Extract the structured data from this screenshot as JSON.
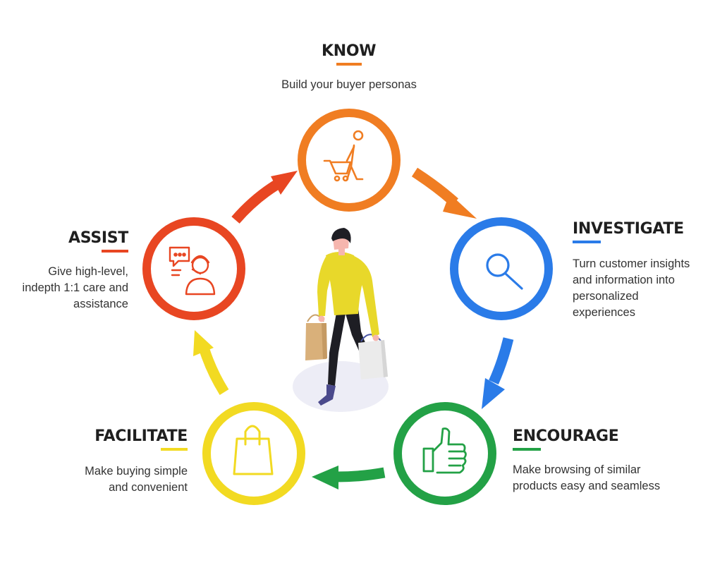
{
  "stages": {
    "know": {
      "title": "KNOW",
      "description": "Build your buyer personas",
      "color": "#F07D22",
      "icon": "shopping-cart-person-icon"
    },
    "investigate": {
      "title": "INVESTIGATE",
      "description_lines": [
        "Turn customer insights",
        "and information into",
        "personalized",
        "experiences"
      ],
      "color": "#2A7BE8",
      "icon": "magnifier-icon"
    },
    "encourage": {
      "title": "ENCOURAGE",
      "description_lines": [
        "Make browsing of similar",
        "products easy and seamless"
      ],
      "color": "#23A146",
      "icon": "thumbs-up-icon"
    },
    "facilitate": {
      "title": "FACILITATE",
      "description_lines": [
        "Make buying simple",
        "and convenient"
      ],
      "color": "#F2DA22",
      "icon": "shopping-bag-icon"
    },
    "assist": {
      "title": "ASSIST",
      "description_lines": [
        "Give high-level,",
        "indepth 1:1 care and",
        "assistance"
      ],
      "color": "#E84622",
      "icon": "support-agent-icon"
    }
  },
  "center_illustration": "shopper-with-bags-icon"
}
